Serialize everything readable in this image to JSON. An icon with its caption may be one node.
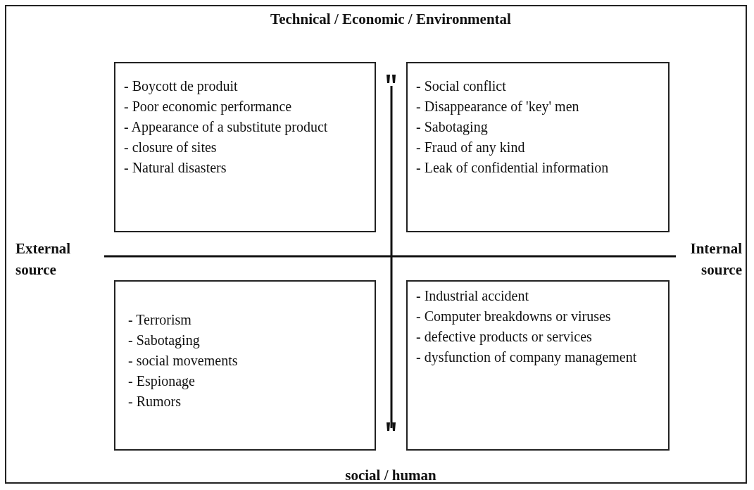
{
  "diagram": {
    "nodes": [
      {
        "text": [
          "- Boycott de produit",
          "- Poor economic performance",
          "- Appearance of a substitute product",
          "- closure of sites",
          "- Natural disasters"
        ]
      },
      {
        "text": [
          "- Social conflict",
          "- Disappearance of 'key' men",
          "- Sabotaging",
          "- Fraud of any kind",
          "- Leak of confidential information"
        ]
      },
      {
        "text": [
          "- Terrorism",
          "- Sabotaging",
          "- social movements",
          "- Espionage",
          "- Rumors"
        ]
      },
      {
        "text": [
          "- Industrial accident",
          "- Computer breakdowns or viruses",
          "- defective products or services",
          "- dysfunction of company management"
        ]
      }
    ],
    "labels": [
      "Technical / Economic / Environmental",
      "External source",
      "Internal source",
      "social / human"
    ]
  }
}
